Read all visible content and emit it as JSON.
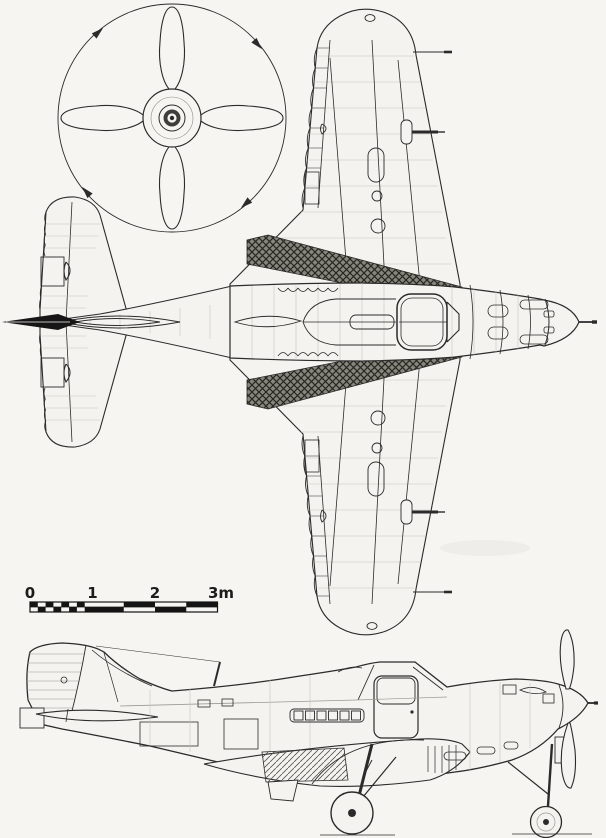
{
  "canvas": {
    "paper_color": "#f6f5f1",
    "ink_color": "#2b2b2b",
    "light_line_color": "#c6c5bf",
    "hatch_dark_color": "#86867f",
    "rudder_fill_color": "#161616"
  },
  "scale_bar": {
    "labels": [
      "0",
      "1",
      "2",
      "3m"
    ]
  },
  "views": {
    "propeller": {
      "name": "propeller-front-view",
      "blade_count": 4
    },
    "top": {
      "name": "top-view"
    },
    "side": {
      "name": "side-view"
    }
  }
}
